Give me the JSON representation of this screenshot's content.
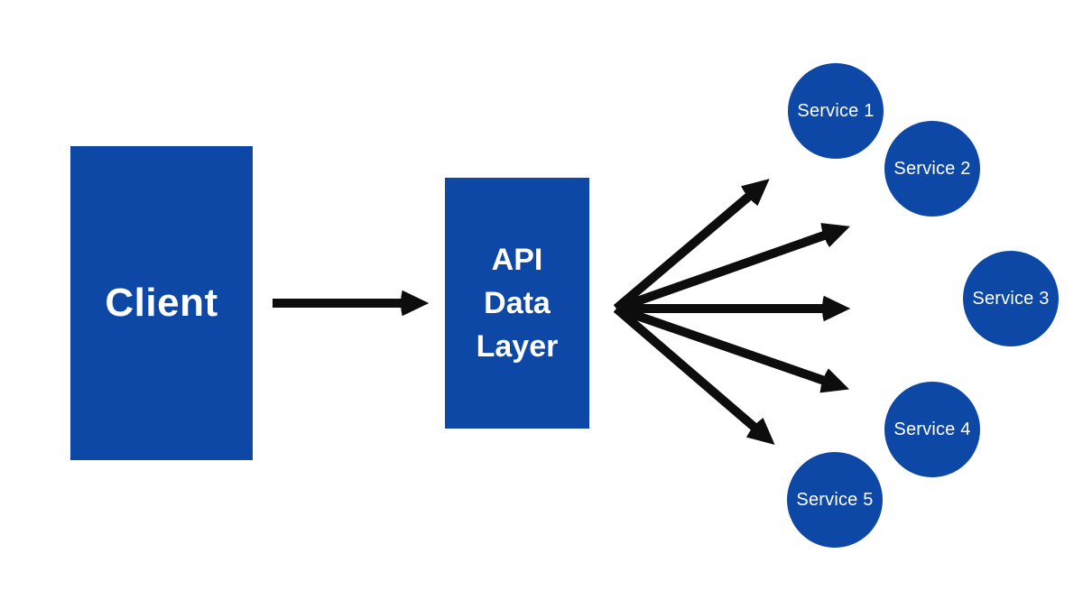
{
  "diagram": {
    "title": "API data layer fan-out diagram",
    "colors": {
      "background": "#ffffff",
      "node_blue": "#0d48a6",
      "arrow_black": "#0d0d0d",
      "text_white": "#ffffff"
    },
    "nodes": {
      "client": {
        "label": "Client",
        "shape": "rectangle"
      },
      "api_layer": {
        "lines": [
          "API",
          "Data",
          "Layer"
        ],
        "shape": "rectangle"
      },
      "services": [
        {
          "label": "Service 1",
          "shape": "circle"
        },
        {
          "label": "Service 2",
          "shape": "circle"
        },
        {
          "label": "Service 3",
          "shape": "circle"
        },
        {
          "label": "Service 4",
          "shape": "circle"
        },
        {
          "label": "Service 5",
          "shape": "circle"
        }
      ]
    },
    "edges": [
      {
        "from": "Client",
        "to": "API Data Layer"
      },
      {
        "from": "API Data Layer",
        "to": "Service 1"
      },
      {
        "from": "API Data Layer",
        "to": "Service 2"
      },
      {
        "from": "API Data Layer",
        "to": "Service 3"
      },
      {
        "from": "API Data Layer",
        "to": "Service 4"
      },
      {
        "from": "API Data Layer",
        "to": "Service 5"
      }
    ]
  }
}
